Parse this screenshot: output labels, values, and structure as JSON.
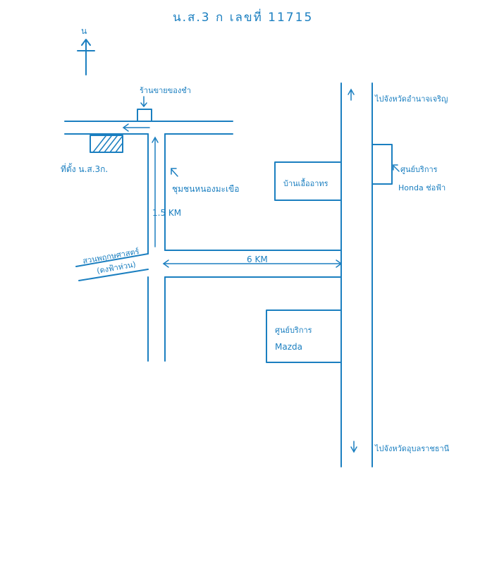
{
  "title": "น.ส.3 ก เลขที่ 11715",
  "north_label": "น",
  "labels": {
    "shop": "ร้านขายของชำ",
    "site": "ที่ตั้ง น.ส.3ก.",
    "community": "ชุมชนหนองมะเขือ",
    "distance_side": "1.5 KM",
    "park_line1": "สวนพฤกษศาสตร์",
    "park_line2": "(ดงฟ้าห่วน)",
    "distance_main": "6 KM",
    "house": "บ้านเอื้ออาทร",
    "honda_line1": "ศูนย์บริการ",
    "honda_line2": "Honda ช่อฟ้า",
    "mazda_line1": "ศูนย์บริการ",
    "mazda_line2": "Mazda",
    "to_north": "ไปจังหวัดอำนาจเจริญ",
    "to_south": "ไปจังหวัดอุบลราชธานี"
  },
  "colors": {
    "ink": "#1b7fc0",
    "paper": "#ffffff"
  }
}
